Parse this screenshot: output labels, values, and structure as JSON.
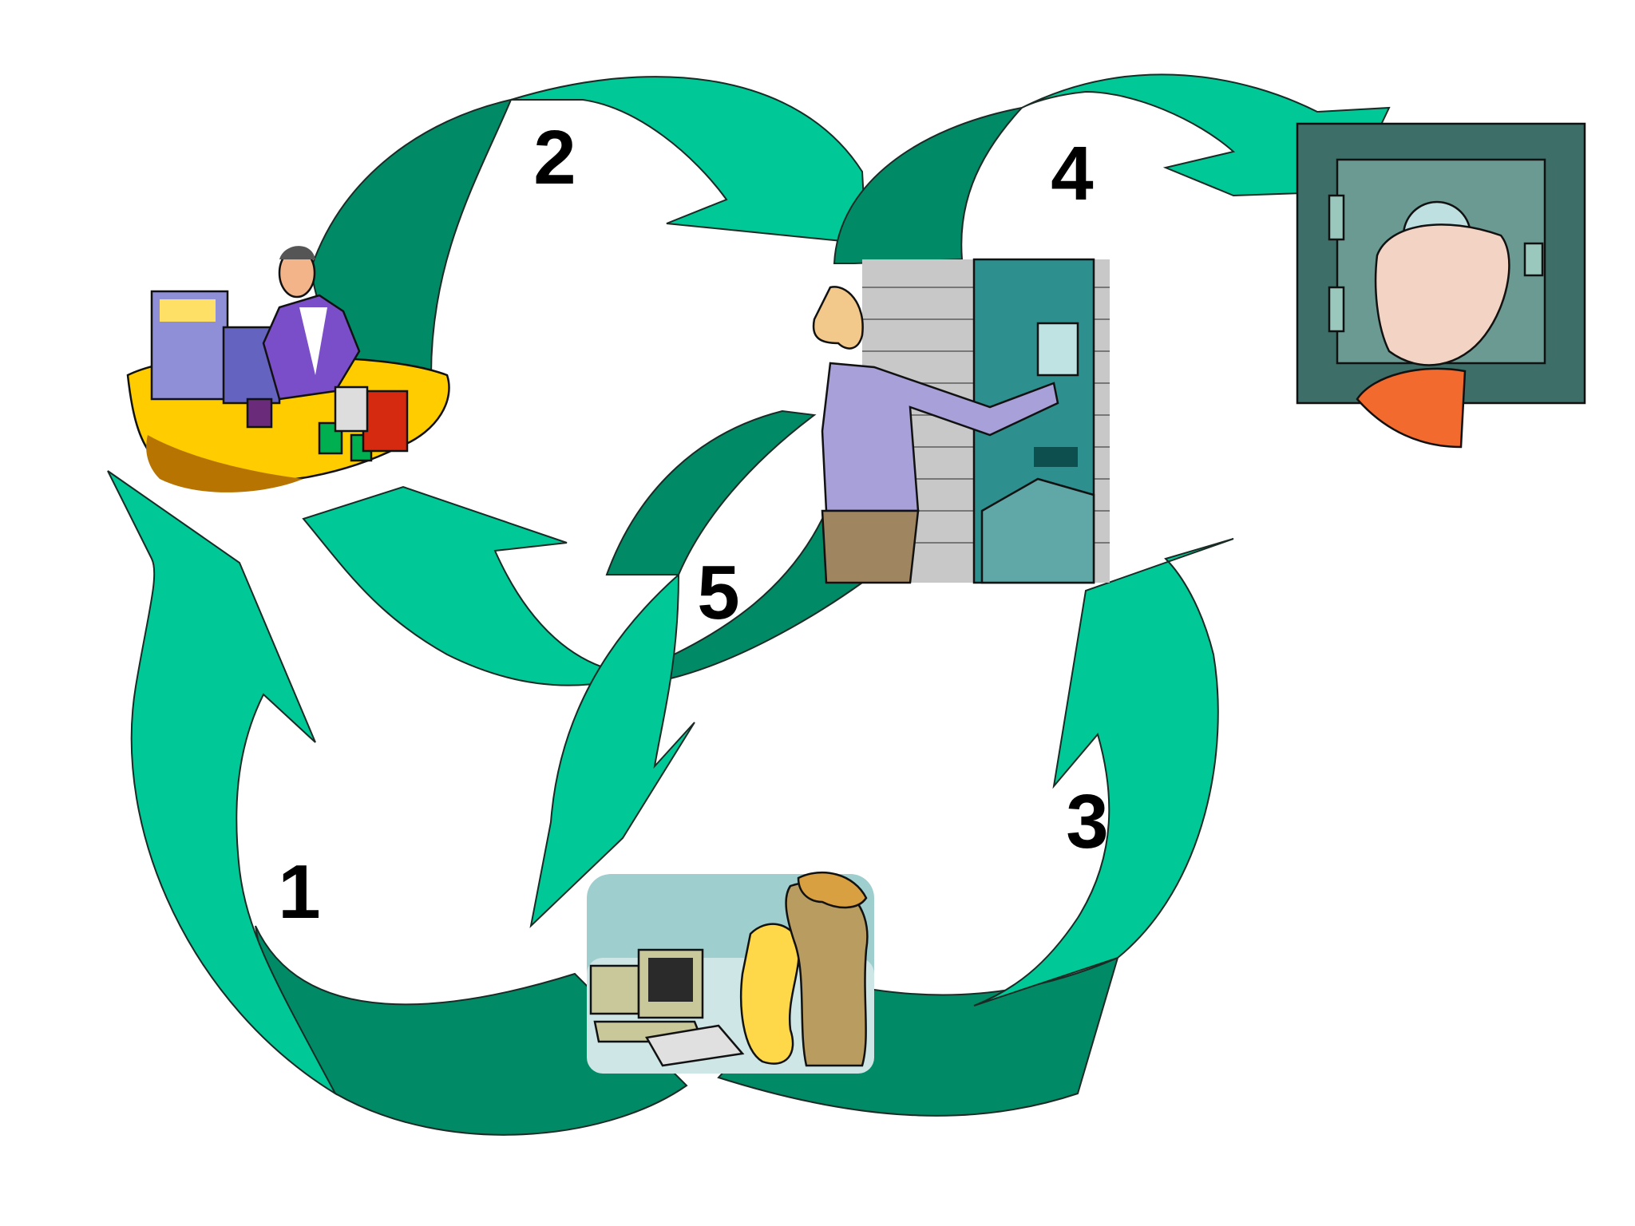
{
  "steps": [
    {
      "number": "1"
    },
    {
      "number": "2"
    },
    {
      "number": "3"
    },
    {
      "number": "4"
    },
    {
      "number": "5"
    }
  ],
  "colors": {
    "arrow_light": "#00c896",
    "arrow_dark": "#008a66",
    "text": "#000000"
  },
  "icons": [
    "cashier-icon",
    "atm-user-icon",
    "safe-vault-icon",
    "computer-user-icon"
  ]
}
